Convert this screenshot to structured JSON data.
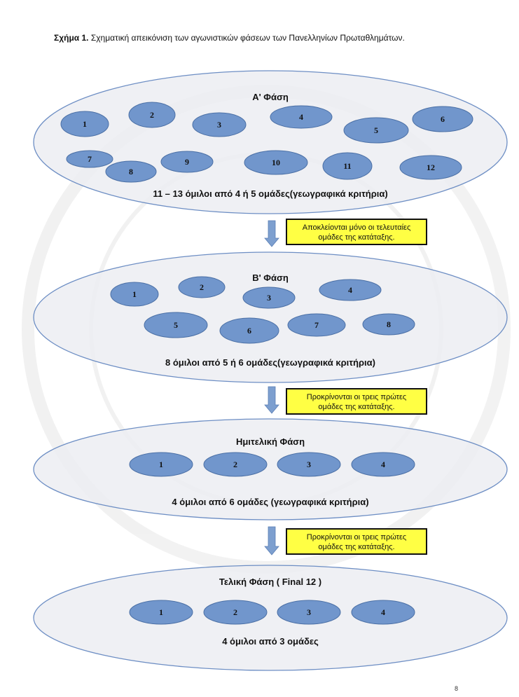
{
  "caption": {
    "label": "Σχήμα 1.",
    "text": " Σχηματική απεικόνιση των αγωνιστικών φάσεων των Πανελληνίων Πρωταθλημάτων."
  },
  "phases": [
    {
      "title": "Α' Φάση",
      "groups": [
        "1",
        "2",
        "3",
        "4",
        "5",
        "6",
        "7",
        "8",
        "9",
        "10",
        "11",
        "12"
      ],
      "description": "11 – 13 όμιλοι από 4 ή 5 ομάδες(γεωγραφικά κριτήρια)"
    },
    {
      "title": "Β' Φάση",
      "groups": [
        "1",
        "2",
        "3",
        "4",
        "5",
        "6",
        "7",
        "8"
      ],
      "description": "8 όμιλοι από 5 ή 6 ομάδες(γεωγραφικά κριτήρια)"
    },
    {
      "title": "Ημιτελική Φάση",
      "groups": [
        "1",
        "2",
        "3",
        "4"
      ],
      "description": "4 όμιλοι από 6 ομάδες (γεωγραφικά κριτήρια)"
    },
    {
      "title": "Τελική Φάση ( Final 12 )",
      "groups": [
        "1",
        "2",
        "3",
        "4"
      ],
      "description": "4 όμιλοι από 3 ομάδες"
    }
  ],
  "transitions": [
    {
      "line1": "Αποκλείονται μόνο οι τελευταίες",
      "line2": "ομάδες της κατάταξης."
    },
    {
      "line1": "Προκρίνονται οι τρεις πρώτες",
      "line2": "ομάδες της κατάταξης."
    },
    {
      "line1": "Προκρίνονται οι τρεις πρώτες",
      "line2": "ομάδες της κατάταξης."
    }
  ],
  "page_number": "8",
  "colors": {
    "phase_fill": "#ecedf2",
    "phase_stroke": "#6d8ec4",
    "group_fill": "#7196cc",
    "group_stroke": "#4a6fa5",
    "note_fill": "#ffff44"
  }
}
